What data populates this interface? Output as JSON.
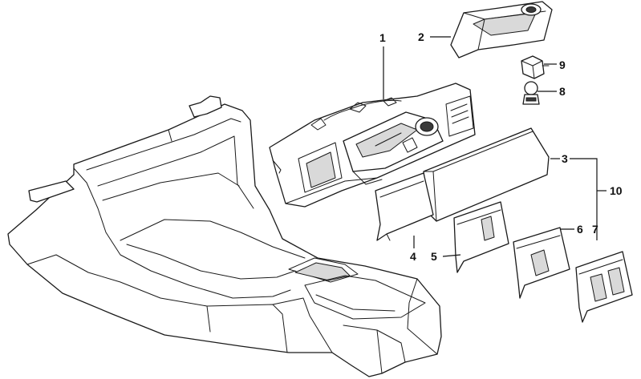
{
  "callouts": {
    "c1": "1",
    "c2": "2",
    "c3": "3",
    "c4": "4",
    "c5": "5",
    "c6": "6",
    "c7": "7",
    "c8": "8",
    "c9": "9",
    "c10": "10"
  },
  "colors": {
    "line": "#1a1a1a",
    "background": "#ffffff",
    "shade": "#d9d9d9"
  }
}
